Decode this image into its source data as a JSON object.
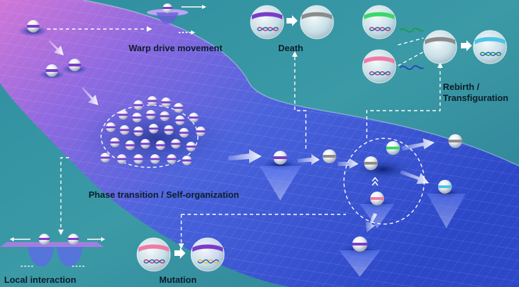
{
  "labels": {
    "warp": "Warp drive movement",
    "death": "Death",
    "rebirth_line1": "Rebirth /",
    "rebirth_line2": "Transfiguration",
    "phase": "Phase transition / Self-organization",
    "local": "Local interaction",
    "mutation": "Mutation"
  },
  "colors": {
    "background": "#3a93a1",
    "surface_magenta": "#c56bd6",
    "surface_blue": "#3556d6",
    "ring_purple": "#7a3cc8",
    "ring_gray": "#8c8c8c",
    "ring_green": "#39d86a",
    "ring_pink": "#f07aa6",
    "ring_cyan": "#4fc3e8"
  },
  "icons": [
    "dna-icon",
    "arrow-right-icon",
    "dashed-arrow-icon",
    "rna-wave-icon"
  ]
}
